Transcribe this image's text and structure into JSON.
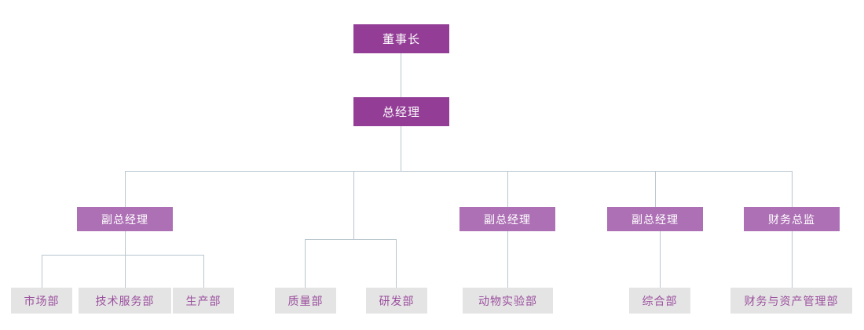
{
  "chart": {
    "type": "org-chart",
    "title": "",
    "colors": {
      "level1_fill": "#933d96",
      "level1_text": "#ffffff",
      "level2_fill": "#ad70b5",
      "level2_text": "#ffffff",
      "leaf_fill": "#e4e4e4",
      "leaf_text": "#9b4f9e",
      "connector": "#b9c6cf",
      "background": "#ffffff"
    },
    "nodes": {
      "chairman": "董事长",
      "general_manager": "总经理",
      "deputy_gm_1": "副总经理",
      "deputy_gm_2": "副总经理",
      "deputy_gm_3": "副总经理",
      "finance_director": "财务总监",
      "dept_marketing": "市场部",
      "dept_tech_service": "技术服务部",
      "dept_production": "生产部",
      "dept_quality": "质量部",
      "dept_rnd": "研发部",
      "dept_animal_lab": "动物实验部",
      "dept_general_affairs": "综合部",
      "dept_finance_asset": "财务与资产管理部"
    }
  }
}
